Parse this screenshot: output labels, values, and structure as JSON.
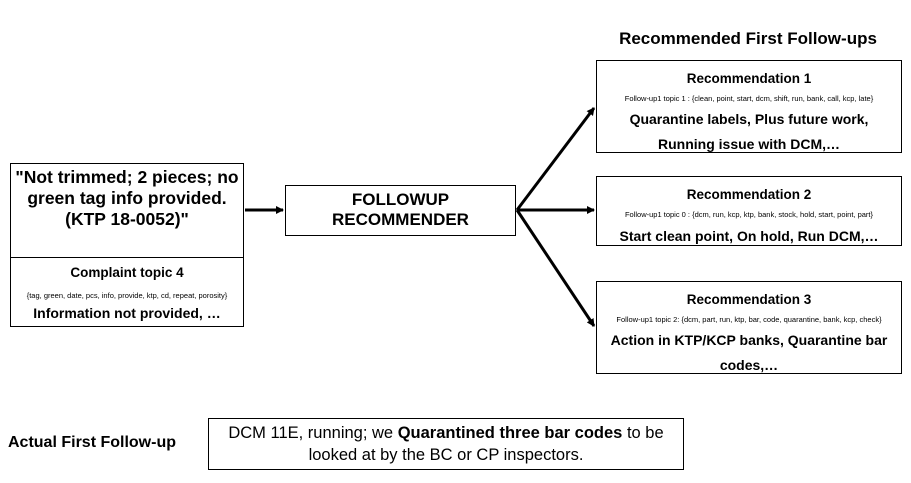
{
  "complaint": {
    "quote": "\"Not trimmed; 2 pieces; no green tag info provided. (KTP 18-0052)\"",
    "topic": "Complaint topic 4",
    "words": "{tag, green, date, pcs, info, provide, ktp, cd, repeat, porosity}",
    "summary": "Information not provided, …"
  },
  "recommender": {
    "label": "FOLLOWUP RECOMMENDER"
  },
  "recommendations": {
    "title": "Recommended First Follow-ups",
    "items": [
      {
        "name": "Recommendation 1",
        "words": "Follow-up1 topic 1 : {clean, point, start, dcm, shift, run, bank, call, kcp, late}",
        "summary": "Quarantine labels, Plus future work, Running issue with DCM,…"
      },
      {
        "name": "Recommendation 2",
        "words": "Follow-up1 topic 0 : {dcm, run, kcp, ktp, bank, stock, hold, start, point, part}",
        "summary": "Start clean point, On hold, Run DCM,…"
      },
      {
        "name": "Recommendation 3",
        "words": "Follow-up1 topic 2: {dcm, part, run, ktp, bar, code, quarantine, bank, kcp, check}",
        "summary": "Action in KTP/KCP banks, Quarantine bar codes,…"
      }
    ]
  },
  "actual": {
    "label": "Actual First Follow-up",
    "text_before": "DCM 11E, running; we ",
    "text_bold": "Quarantined three bar codes",
    "text_after": " to be looked at by the BC or CP inspectors."
  }
}
